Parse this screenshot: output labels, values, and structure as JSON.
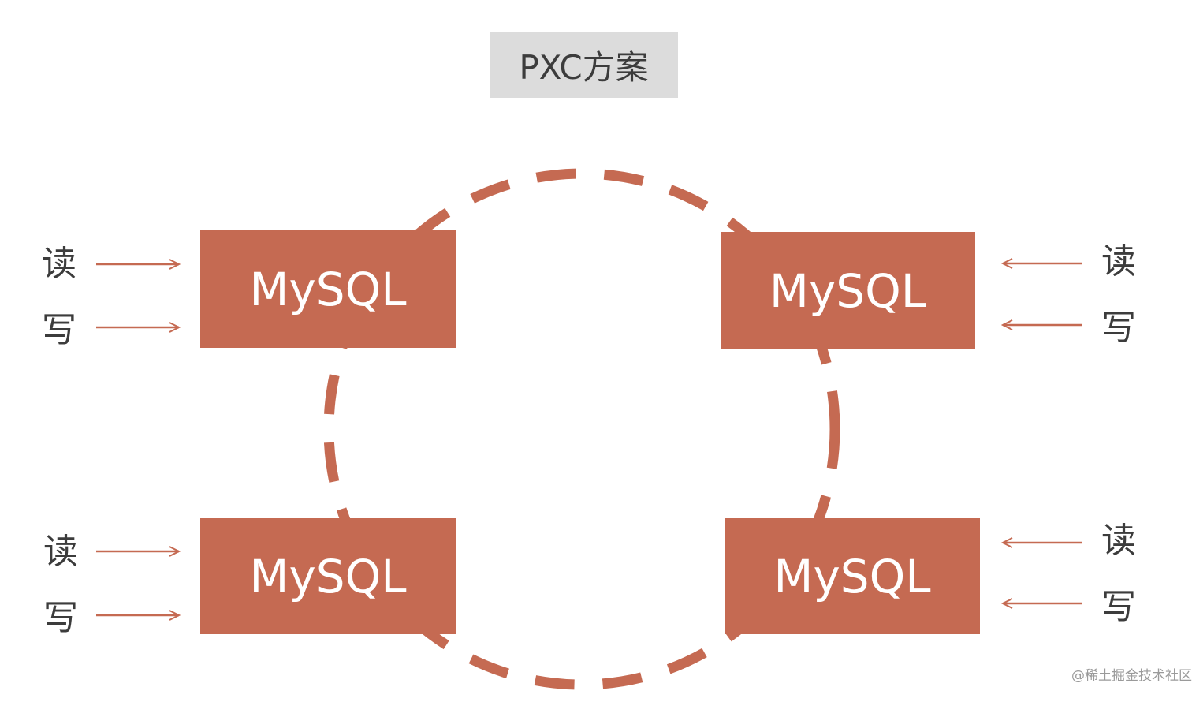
{
  "title": "PXC方案",
  "nodes": [
    {
      "label": "MySQL"
    },
    {
      "label": "MySQL"
    },
    {
      "label": "MySQL"
    },
    {
      "label": "MySQL"
    }
  ],
  "operations": {
    "read": "读",
    "write": "写"
  },
  "watermark": "@稀土掘金技术社区",
  "colors": {
    "node_fill": "#c56a52",
    "ring_stroke": "#c56a52",
    "arrow_stroke": "#c56a52",
    "title_fill": "#dcdcdc",
    "label_text": "#3c3c3c"
  }
}
